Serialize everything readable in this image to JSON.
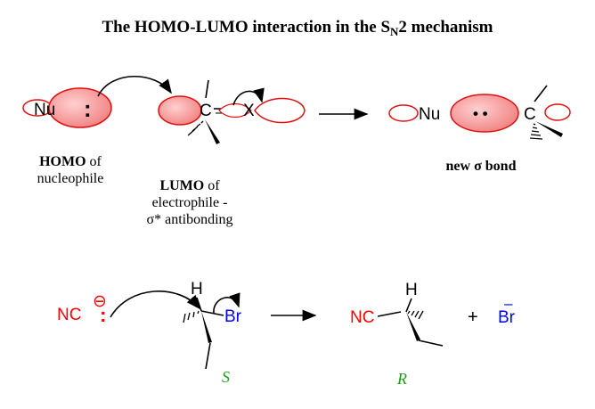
{
  "title": {
    "text_before_sub": "The HOMO-LUMO interaction in the S",
    "sub": "N",
    "text_after_sub": "2 mechanism"
  },
  "top_scheme": {
    "nu_label": "Nu",
    "c_label": "C",
    "x_label": "X",
    "lone_pair": ":",
    "product_nu": "Nu",
    "product_c": "C",
    "bond_electrons": "• •",
    "homo_bold": "HOMO",
    "homo_rest_1": " of",
    "homo_rest_2": "nucleophile",
    "lumo_bold": "LUMO",
    "lumo_rest_1": " of",
    "lumo_rest_2": "electrophile -",
    "lumo_rest_3": "σ* antibonding",
    "new_bond_label": "new σ bond"
  },
  "bottom_scheme": {
    "nc_label": "NC",
    "charge_symbol": "⊖",
    "lone_pair": ":",
    "h_label": "H",
    "br_label": "Br",
    "s_label": "S",
    "product_nc": "NC",
    "product_h": "H",
    "plus": "+",
    "br_anion": "Br",
    "br_anion_charge": "–",
    "r_label": "R"
  },
  "colors": {
    "orbital_fill": "#f48c8c",
    "orbital_stroke": "#e01010",
    "nucleophile_red": "#ff0000",
    "bromine_blue": "#0000ff",
    "stereo_green": "#1aa01a",
    "ink": "#000000"
  }
}
